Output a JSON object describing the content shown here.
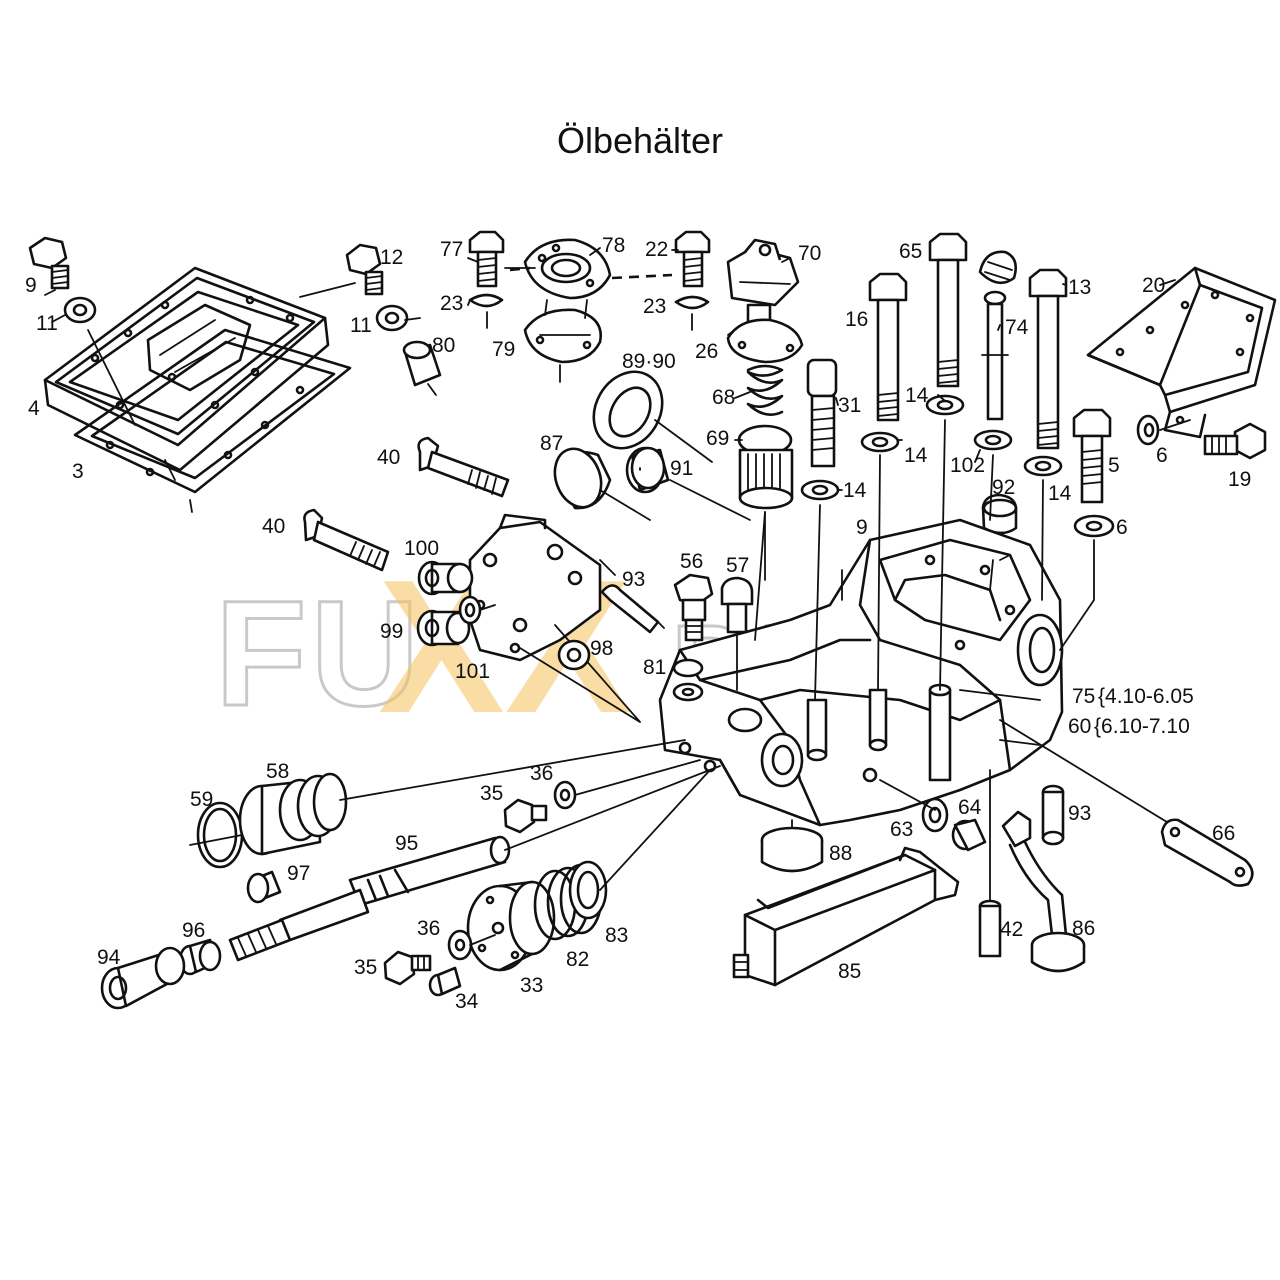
{
  "title": "Ölbehälter",
  "watermark": {
    "word1": "FU",
    "word2": "XX",
    "word3": "PARTS"
  },
  "callouts": {
    "c9a": "9",
    "c11a": "11",
    "c4": "4",
    "c3": "3",
    "c12": "12",
    "c11b": "11",
    "c80": "80",
    "c77": "77",
    "c23a": "23",
    "c79": "79",
    "c78": "78",
    "c22": "22",
    "c23b": "23",
    "c70": "70",
    "c26": "26",
    "c8990": "89·90",
    "c68": "68",
    "c69": "69",
    "c31": "31",
    "c87": "87",
    "c91": "91",
    "c16": "16",
    "c65": "65",
    "c74": "74",
    "c13": "13",
    "c20": "20",
    "c14a": "14",
    "c14b": "14",
    "c14c": "14",
    "c14d": "14",
    "c102": "102",
    "c92": "92",
    "c5": "5",
    "c6a": "6",
    "c6b": "6",
    "c19": "19",
    "c40a": "40",
    "c40b": "40",
    "c100": "100",
    "c99": "99",
    "c101": "101",
    "c56": "56",
    "c57": "57",
    "c93a": "93",
    "c98": "98",
    "c81": "81",
    "c9b": "9",
    "c75": "75",
    "c60": "60",
    "r75": "{4.10-6.05",
    "r60": "{6.10-7.10",
    "c59": "59",
    "c58": "58",
    "c35a": "35",
    "c36a": "36",
    "c95": "95",
    "c97": "97",
    "c96": "96",
    "c94": "94",
    "c36b": "36",
    "c35b": "35",
    "c34": "34",
    "c33": "33",
    "c82": "82",
    "c83": "83",
    "c88": "88",
    "c63": "63",
    "c64": "64",
    "c93b": "93",
    "c66": "66",
    "c85": "85",
    "c42": "42",
    "c86": "86"
  }
}
